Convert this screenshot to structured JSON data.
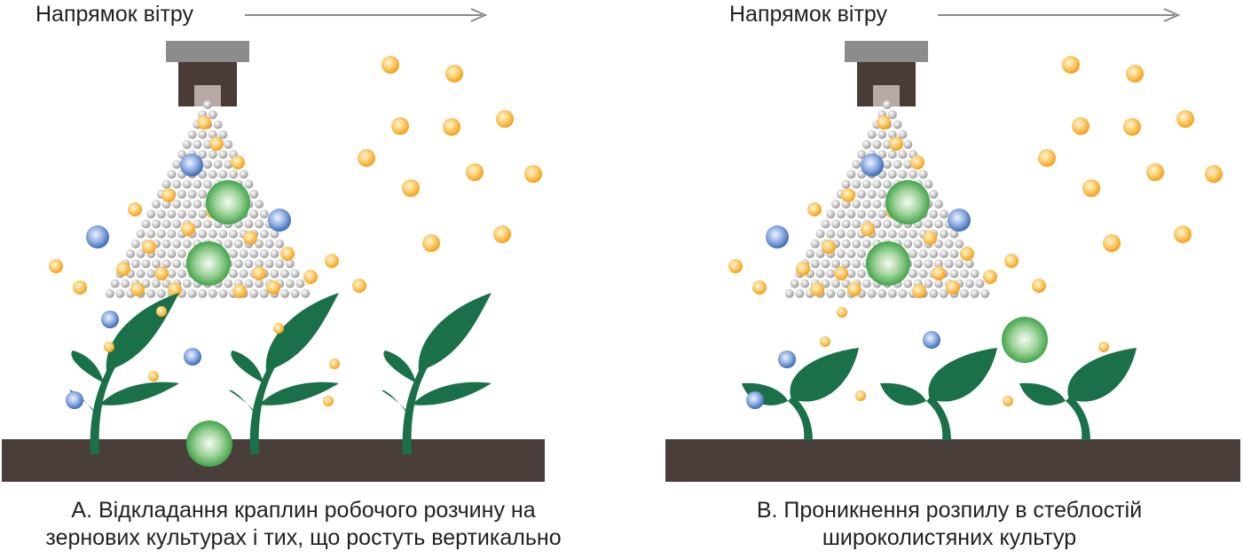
{
  "panels": [
    {
      "id": "a",
      "wind_label": "Напрямок вітру",
      "caption_line1": "A. Відкладання краплин робочого розчину на",
      "caption_line2": "зернових культурах і тих, що ростуть вертикально",
      "plant_type": "narrow-leaf upright"
    },
    {
      "id": "b",
      "wind_label": "Напрямок вітру",
      "caption_line1": "B. Проникнення розпилу в стеблостій",
      "caption_line2": "широколистяних культур",
      "plant_type": "broad-leaf"
    }
  ],
  "colors": {
    "text": "#231f20",
    "arrow": "#8a8a8a",
    "nozzle_cap": "#8c8c8c",
    "nozzle_body": "#4a3b37",
    "nozzle_tip": "#b9a9a6",
    "soil": "#4a3e3b",
    "leaf": "#1a7048",
    "droplet_fine": "#b8b8b8",
    "droplet_orange": "#f6a623",
    "droplet_blue": "#3d6fb8",
    "droplet_green": "#3a9a3a"
  },
  "icons": [
    "arrow-right-icon",
    "nozzle-icon",
    "plant-icon",
    "droplet-icon"
  ]
}
